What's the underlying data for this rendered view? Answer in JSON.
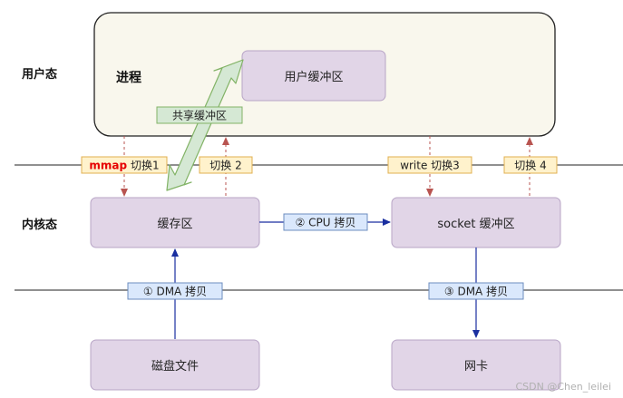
{
  "labels": {
    "user_mode": "用户态",
    "kernel_mode": "内核态",
    "process": "进程",
    "user_buffer": "用户缓冲区",
    "shared_buffer": "共享缓冲区",
    "page_cache": "缓存区",
    "socket_buffer": "socket 缓冲区",
    "disk_file": "磁盘文件",
    "nic": "网卡",
    "mmap_keyword": "mmap",
    "switch1_text": " 切换1",
    "switch2": "切换 2",
    "switch3": "write 切换3",
    "switch4": "切换 4",
    "cpu_copy": "② CPU 拷贝",
    "dma_copy_1": "① DMA 拷贝",
    "dma_copy_3": "③ DMA 拷贝",
    "watermark": "CSDN @Chen_leilei"
  },
  "colors": {
    "process_fill": "#f9f7ed",
    "buffer_fill": "#e1d5e7",
    "buffer_stroke": "#b8a5c6",
    "shared_fill": "#d5e8d4",
    "shared_stroke": "#82b366",
    "label_fill": "#dae8fc",
    "label_stroke": "#6c8ebf",
    "switch_fill": "#fff2cc",
    "switch_stroke": "#e0b050",
    "red_dash": "#b85450",
    "blue_arrow": "#1a2fa0",
    "mmap_red": "#e60000"
  }
}
